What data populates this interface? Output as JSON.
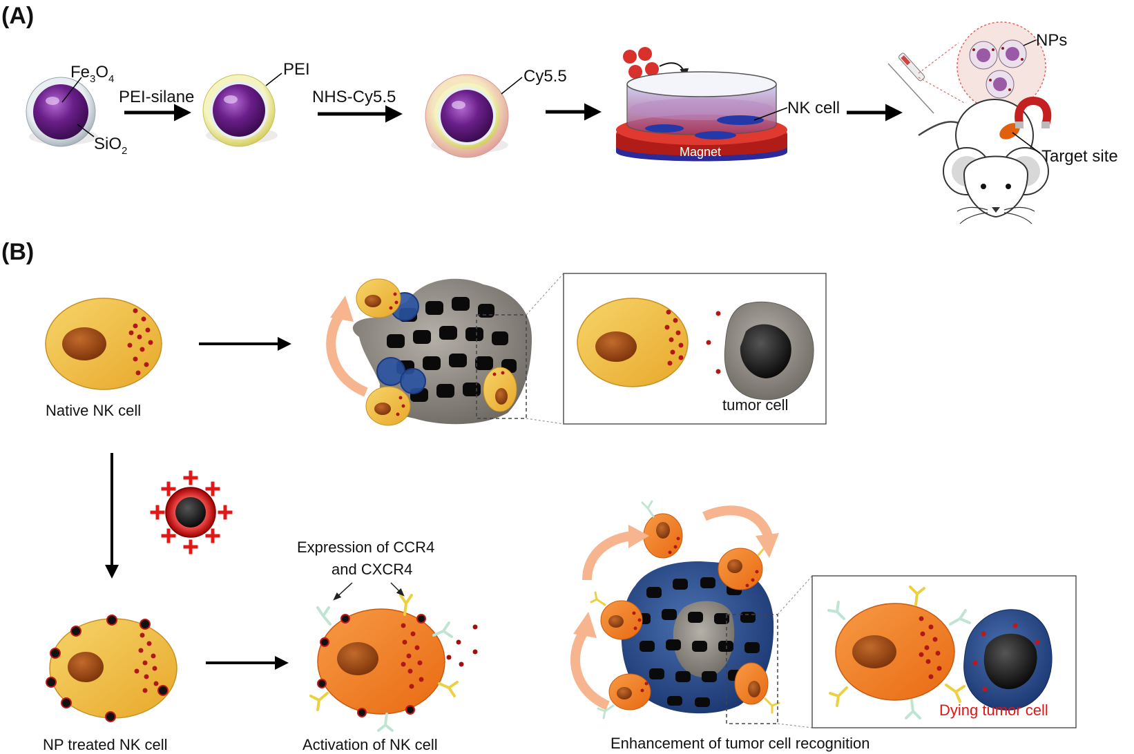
{
  "panel_a": {
    "label": "(A)",
    "fe3o4_base": "Fe",
    "fe3o4_sub1": "3",
    "fe3o4_mid": "O",
    "fe3o4_sub2": "4",
    "sio2_base": "SiO",
    "sio2_sub": "2",
    "step1": "PEI-silane",
    "pei": "PEI",
    "step2": "NHS-Cy5.5",
    "cy55": "Cy5.5",
    "magnet": "Magnet",
    "nk_cell": "NK cell",
    "nps": "NPs",
    "target_site": "Target site"
  },
  "panel_b": {
    "label": "(B)",
    "native_nk": "Native NK cell",
    "tumor_cell": "tumor cell",
    "expression_line1": "Expression of CCR4",
    "expression_line2": "and CXCR4",
    "np_treated": "NP treated NK cell",
    "activation": "Activation of NK cell",
    "enhancement": "Enhancement of tumor cell recognition",
    "dying_tumor": "Dying tumor cell"
  },
  "colors": {
    "core_purple": "#6a1f8a",
    "nk_yellow": "#f2c23c",
    "nk_orange": "#f07d22",
    "nucleus_brown": "#9a4a14",
    "granule_red": "#b01818",
    "tumor_gray": "#8e8a84",
    "tumor_blue": "#24488a",
    "curved_arrow": "#f6b48f",
    "dying_label_red": "#e01515",
    "np_red": "#c61a1a"
  }
}
